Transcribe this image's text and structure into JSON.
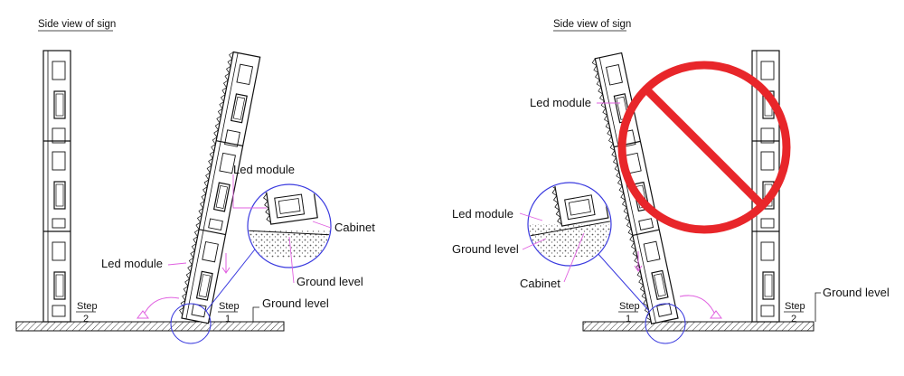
{
  "left_panel": {
    "title": "Side view of sign",
    "labels": {
      "led_module_top": "Led module",
      "cabinet": "Cabinet",
      "ground_level_detail": "Ground level",
      "led_module_side": "Led module",
      "ground_level": "Ground level"
    },
    "steps": [
      {
        "word": "Step",
        "number": "2"
      },
      {
        "word": "Step",
        "number": "1"
      }
    ]
  },
  "right_panel": {
    "title": "Side view of sign",
    "labels": {
      "led_module_top": "Led module",
      "led_module_detail": "Led module",
      "ground_level_detail": "Ground level",
      "cabinet": "Cabinet",
      "ground_level": "Ground level"
    },
    "steps": [
      {
        "word": "Step",
        "number": "1"
      },
      {
        "word": "Step",
        "number": "2"
      }
    ],
    "prohibited_sign": {
      "color": "#e8262a",
      "icon": "no-symbol-icon"
    }
  },
  "colors": {
    "callout_line": "#e060e0",
    "magnifier_circle": "#3a3adf",
    "drawing": "#111111"
  }
}
